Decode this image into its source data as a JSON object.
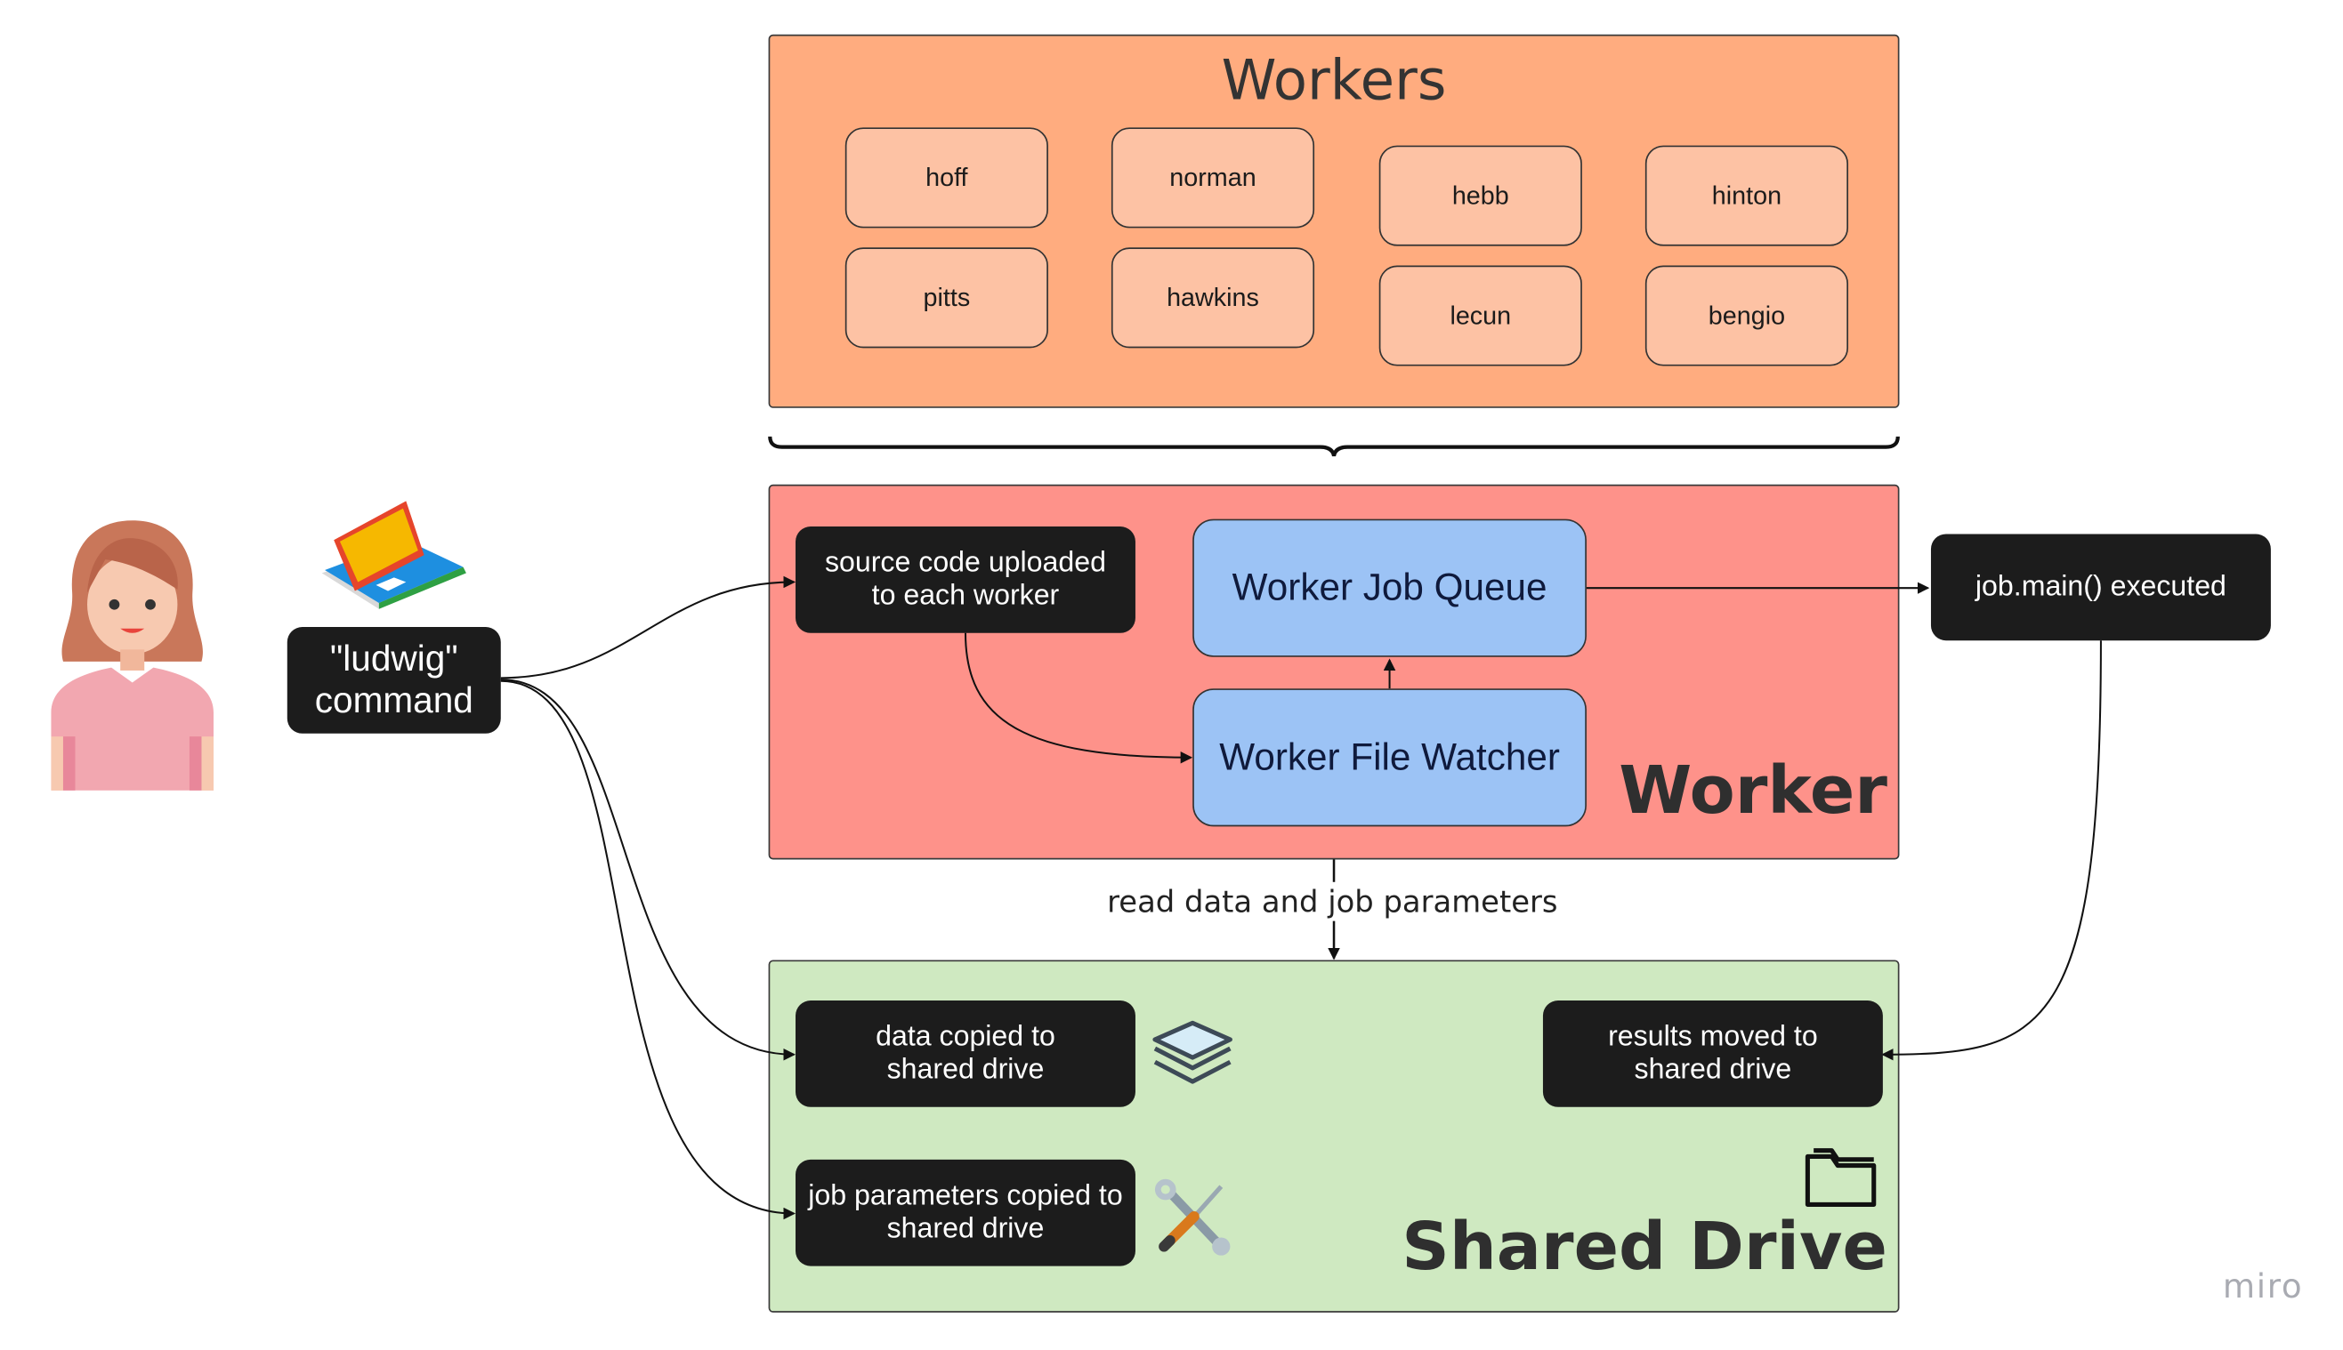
{
  "workers_panel": {
    "title": "Workers",
    "workers": [
      "hoff",
      "norman",
      "hebb",
      "hinton",
      "pitts",
      "hawkins",
      "lecun",
      "bengio"
    ]
  },
  "worker_panel": {
    "title": "Worker",
    "source_code_box": "source code uploaded\nto each worker",
    "job_queue": "Worker Job Queue",
    "file_watcher": "Worker File Watcher"
  },
  "command_box": "\"ludwig\"\ncommand",
  "executed_box": "job.main() executed",
  "read_label": "read data and job parameters",
  "shared_panel": {
    "title": "Shared Drive",
    "data_box": "data copied to\nshared drive",
    "params_box": "job parameters copied to\nshared drive",
    "results_box": "results moved to\nshared drive"
  },
  "watermark": "miro",
  "colors": {
    "workers_panel": "#ffac7f",
    "worker_card": "#fdc2a4",
    "worker_panel": "#fe928a",
    "blue_box": "#9cc3f5",
    "shared_panel": "#cfe9c1",
    "dark_box": "#1c1c1c"
  },
  "icons": [
    "person-icon",
    "laptop-icon",
    "layers-icon",
    "tools-icon",
    "folder-icon"
  ]
}
